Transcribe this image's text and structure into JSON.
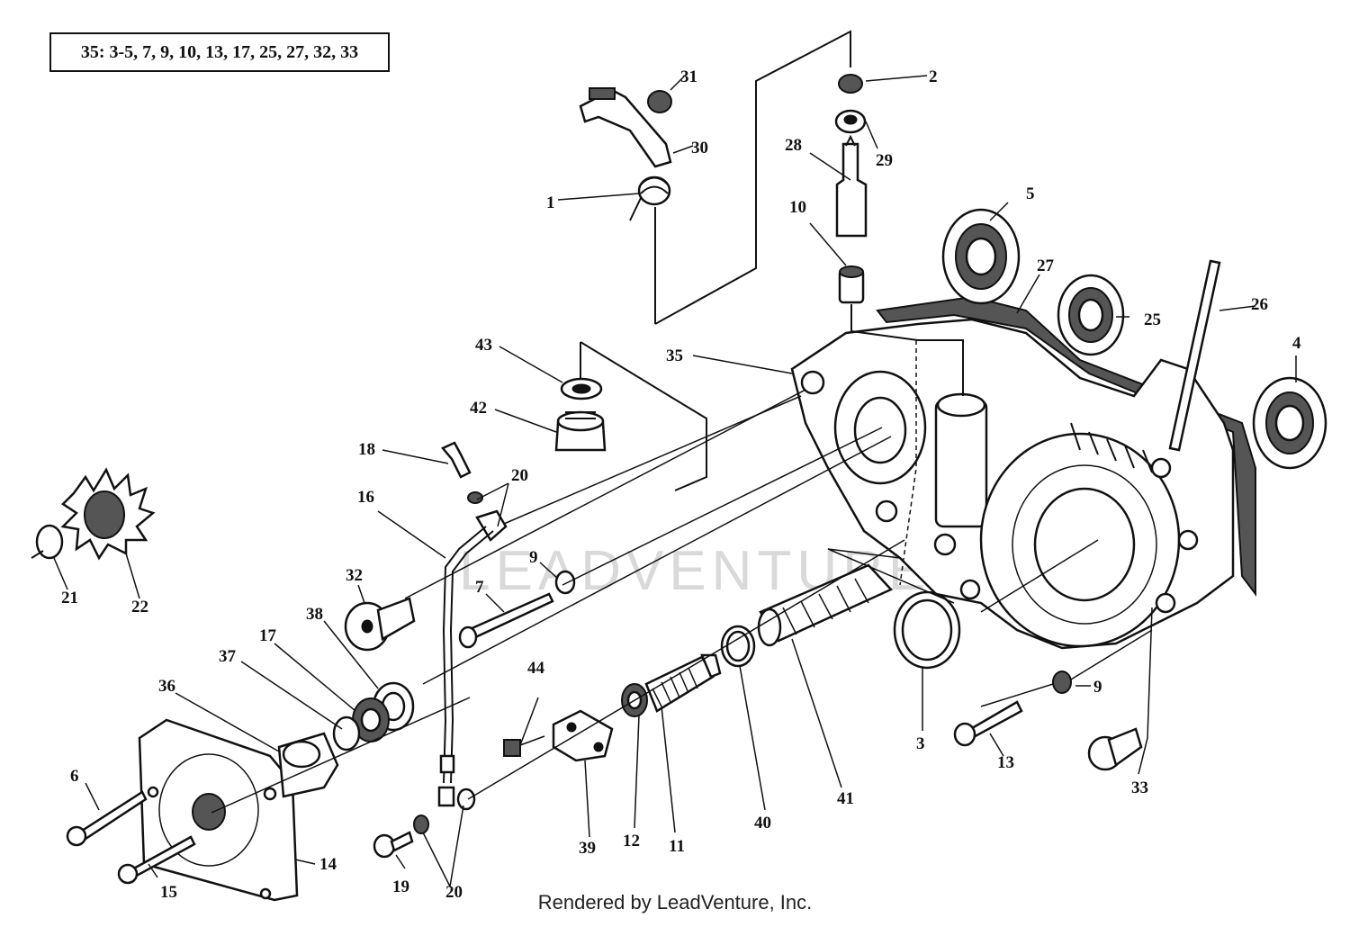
{
  "legend": {
    "text": "35: 3-5, 7, 9, 10, 13, 17, 25, 27, 32, 33"
  },
  "watermark": {
    "text": "LEADVENTURE"
  },
  "footer": {
    "text": "Rendered by LeadVenture, Inc."
  },
  "callouts": {
    "c1": "1",
    "c2": "2",
    "c3": "3",
    "c4": "4",
    "c5": "5",
    "c6": "6",
    "c7": "7",
    "c9a": "9",
    "c9b": "9",
    "c10": "10",
    "c11": "11",
    "c12": "12",
    "c13": "13",
    "c14": "14",
    "c15": "15",
    "c16": "16",
    "c17": "17",
    "c18": "18",
    "c19": "19",
    "c20a": "20",
    "c20b": "20",
    "c21": "21",
    "c22": "22",
    "c25": "25",
    "c26": "26",
    "c27": "27",
    "c28": "28",
    "c29": "29",
    "c30": "30",
    "c31": "31",
    "c32": "32",
    "c33": "33",
    "c35": "35",
    "c36": "36",
    "c37": "37",
    "c38": "38",
    "c39": "39",
    "c40": "40",
    "c41": "41",
    "c42": "42",
    "c43": "43",
    "c44": "44"
  }
}
